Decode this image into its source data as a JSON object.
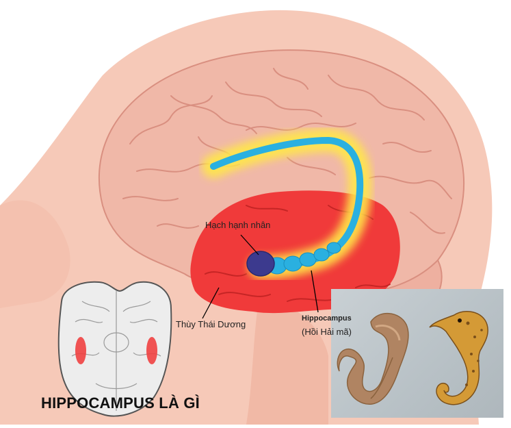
{
  "labels": {
    "amygdala": "Hạch hạnh nhân",
    "temporal_lobe": "Thùy Thái Dương",
    "hippocampus": "Hippocampus",
    "hippocampus_vi": "(Hồi Hải mã)"
  },
  "heading": "HIPPOCAMPUS LÀ GÌ",
  "colors": {
    "head_skin": "#f6c9b8",
    "brain": "#f0b8a8",
    "brain_fold": "#d98f80",
    "temporal_lobe": "#f03a3a",
    "hippocampus": "#2ab0e0",
    "hippocampus_glow": "#ffe74a",
    "amygdala": "#3c3a8e",
    "inset_background": "#bcc4c8",
    "hippocampus_specimen": "#b08462",
    "seahorse": "#d49a36"
  },
  "icons": {
    "brain_base_view": "brain-bottom-view-icon",
    "seahorse": "seahorse-icon",
    "hippocampus_specimen": "hippocampus-specimen-icon"
  }
}
